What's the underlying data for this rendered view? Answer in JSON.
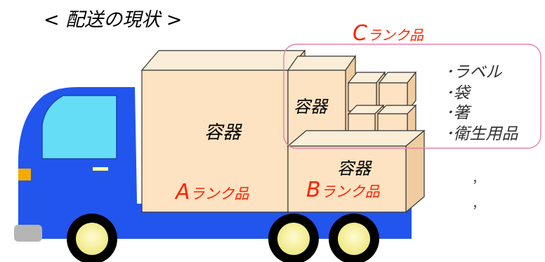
{
  "title": "< 配送の現状 >",
  "boxes": {
    "a": {
      "label": "容器",
      "rank_letter": "A",
      "rank_suffix": "ランク品"
    },
    "b": {
      "label": "容器",
      "rank_letter": "B",
      "rank_suffix": "ランク品"
    },
    "c": {
      "label": "容器",
      "rank_letter": "C",
      "rank_suffix": "ランク品"
    }
  },
  "c_items": [
    "･ラベル",
    "･袋",
    "･箸",
    "･衛生用品"
  ],
  "continuation": [
    "，",
    "，"
  ],
  "colors": {
    "truck_body": "#2255ee",
    "box_face": "#fde3c2",
    "box_side": "#f0cda0",
    "rank_text": "#ff2200",
    "highlight_border": "#e880a8",
    "wheel": "#f6f29a",
    "bumper": "#b5b5b5",
    "headlight": "#f4aa00"
  },
  "icons": [
    "truck-icon"
  ]
}
